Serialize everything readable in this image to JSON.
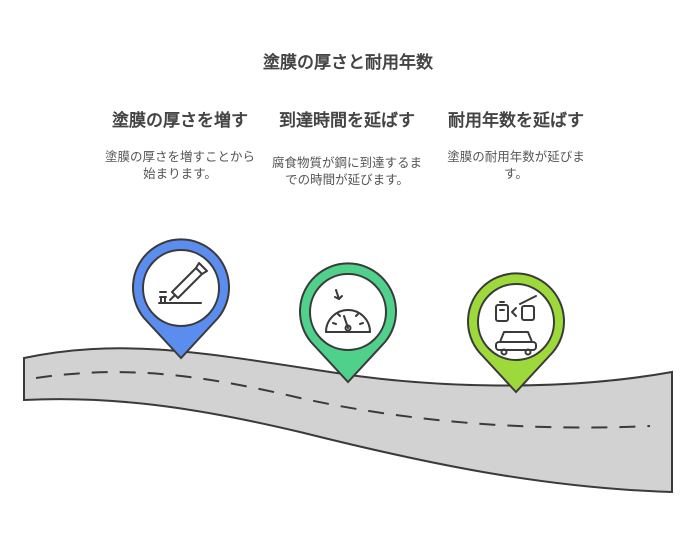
{
  "title": "塗膜の厚さと耐用年数",
  "steps": [
    {
      "heading": "塗膜の厚さを増す",
      "description": "塗膜の厚さを増すことから始まります。",
      "icon": "toothpaste-brush-icon",
      "color": "#5b8def"
    },
    {
      "heading": "到達時間を延ばす",
      "description": "腐食物質が鋼に到達するまでの時間が延びます。",
      "icon": "speedometer-icon",
      "color": "#4fd18b"
    },
    {
      "heading": "耐用年数を延ばす",
      "description": "塗膜の耐用年数が延びます。",
      "icon": "car-battery-icon",
      "color": "#9ed93c"
    }
  ],
  "colors": {
    "road": "#d2d2d2",
    "outline": "#3a3a3a",
    "text": "#444444"
  }
}
